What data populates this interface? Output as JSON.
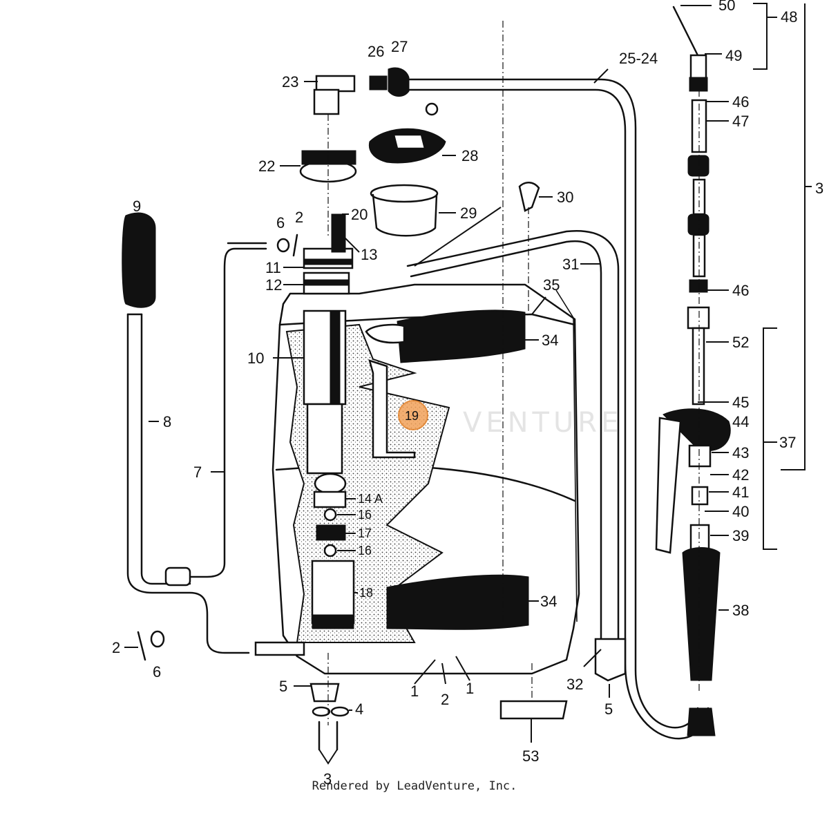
{
  "diagram": {
    "callouts": [
      {
        "id": "c50",
        "text": "50"
      },
      {
        "id": "c48",
        "text": "48"
      },
      {
        "id": "c49",
        "text": "49"
      },
      {
        "id": "c3",
        "text": "3"
      },
      {
        "id": "c46a",
        "text": "46"
      },
      {
        "id": "c47",
        "text": "47"
      },
      {
        "id": "c46b",
        "text": "46"
      },
      {
        "id": "c52",
        "text": "52"
      },
      {
        "id": "c45",
        "text": "45"
      },
      {
        "id": "c44",
        "text": "44"
      },
      {
        "id": "c43",
        "text": "43"
      },
      {
        "id": "c37",
        "text": "37"
      },
      {
        "id": "c42",
        "text": "42"
      },
      {
        "id": "c41",
        "text": "41"
      },
      {
        "id": "c40",
        "text": "40"
      },
      {
        "id": "c39",
        "text": "39"
      },
      {
        "id": "c38",
        "text": "38"
      },
      {
        "id": "c26",
        "text": "26"
      },
      {
        "id": "c27",
        "text": "27"
      },
      {
        "id": "c25",
        "text": "25-24"
      },
      {
        "id": "c23",
        "text": "23"
      },
      {
        "id": "c28",
        "text": "28"
      },
      {
        "id": "c22",
        "text": "22"
      },
      {
        "id": "c29",
        "text": "29"
      },
      {
        "id": "c30",
        "text": "30"
      },
      {
        "id": "c20",
        "text": "20"
      },
      {
        "id": "c9",
        "text": "9"
      },
      {
        "id": "c6a",
        "text": "6"
      },
      {
        "id": "c2a",
        "text": "2"
      },
      {
        "id": "c13",
        "text": "13"
      },
      {
        "id": "c11",
        "text": "11"
      },
      {
        "id": "c12",
        "text": "12"
      },
      {
        "id": "c31",
        "text": "31"
      },
      {
        "id": "c35",
        "text": "35"
      },
      {
        "id": "c34a",
        "text": "34"
      },
      {
        "id": "c10",
        "text": "10"
      },
      {
        "id": "c8",
        "text": "8"
      },
      {
        "id": "c7",
        "text": "7"
      },
      {
        "id": "c19",
        "text": "19"
      },
      {
        "id": "c14a",
        "text": "14 A"
      },
      {
        "id": "c16a",
        "text": "16"
      },
      {
        "id": "c17",
        "text": "17"
      },
      {
        "id": "c16b",
        "text": "16"
      },
      {
        "id": "c18",
        "text": "18"
      },
      {
        "id": "c34b",
        "text": "34"
      },
      {
        "id": "c2b",
        "text": "2"
      },
      {
        "id": "c6b",
        "text": "6"
      },
      {
        "id": "c5a",
        "text": "5"
      },
      {
        "id": "c4",
        "text": "4"
      },
      {
        "id": "c3b",
        "text": "3"
      },
      {
        "id": "c1a",
        "text": "1"
      },
      {
        "id": "c2c",
        "text": "2"
      },
      {
        "id": "c1b",
        "text": "1"
      },
      {
        "id": "c32",
        "text": "32"
      },
      {
        "id": "c5b",
        "text": "5"
      },
      {
        "id": "c53",
        "text": "53"
      }
    ],
    "highlighted_part": "19",
    "highlight_color": "#f2a25a",
    "watermark": "VENTURE",
    "footer": "Rendered by LeadVenture, Inc."
  }
}
